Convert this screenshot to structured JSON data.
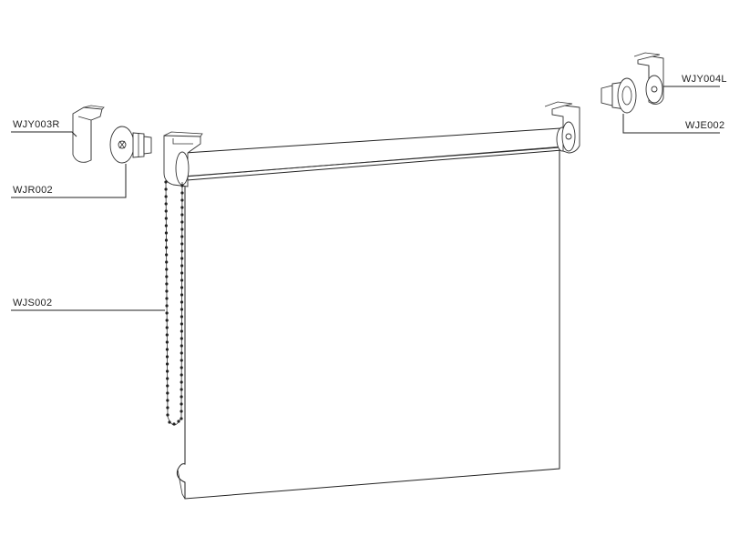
{
  "labels": {
    "bracket_left": "WJY003R",
    "roller_end": "WJR002",
    "chain": "WJS002",
    "bracket_right": "WJY004L",
    "end_cap": "WJE002"
  },
  "colors": {
    "line": "#222222",
    "background": "#ffffff"
  },
  "icons": {
    "bracket_left": "left-bracket-icon",
    "roller_end": "roller-end-plug-icon",
    "bracket_right": "right-bracket-icon",
    "end_cap": "idle-end-cap-icon",
    "chain": "bead-chain-icon"
  }
}
